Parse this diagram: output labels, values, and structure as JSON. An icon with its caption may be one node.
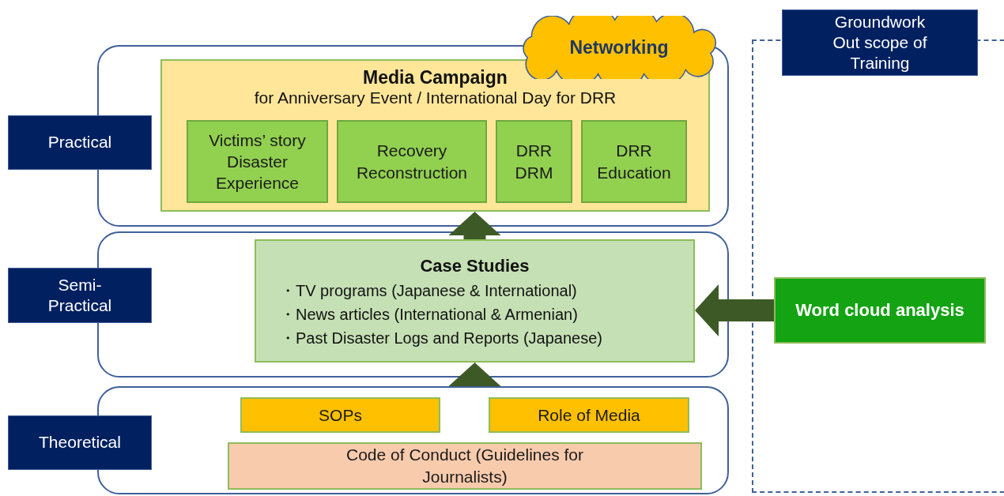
{
  "diagram": {
    "nodes": [
      {
        "text": [],
        "shape": "box"
      },
      {
        "text": [
          "Media Campaign",
          "for Anniversary Event / International Day for DRR"
        ],
        "in": 0
      },
      {
        "text": [
          "Victims’ story Disaster Experience"
        ],
        "in": 1
      },
      {
        "text": [
          "Recovery Reconstruction"
        ],
        "in": 1
      },
      {
        "text": [
          "DRR DRM"
        ],
        "in": 1
      },
      {
        "text": [
          "DRR Education"
        ],
        "in": 1
      },
      {
        "text": [
          "Networking"
        ]
      },
      {
        "text": [
          "Practical"
        ]
      },
      {
        "text": [],
        "shape": "box"
      },
      {
        "text": [
          "Case Studies",
          "・TV programs (Japanese & International)",
          "・News articles (International & Armenian)",
          "・Past Disaster Logs and Reports (Japanese)"
        ],
        "in": 8
      },
      {
        "text": [
          "Semi- Practical"
        ]
      },
      {
        "text": [],
        "shape": "box"
      },
      {
        "text": [
          "SOPs"
        ],
        "in": 11
      },
      {
        "text": [
          "Role of Media"
        ],
        "in": 11
      },
      {
        "text": [
          "Code of Conduct (Guidelines for Journalists)"
        ],
        "in": 11
      },
      {
        "text": [
          "Theoretical"
        ]
      },
      {
        "text": [],
        "shape": "box"
      },
      {
        "text": [
          "Groundwork Out scope of Training"
        ]
      },
      {
        "text": [
          "Word cloud analysis"
        ],
        "in": 16
      }
    ],
    "edges": [
      {
        "from": 9,
        "to": 1,
        "arrow": "to"
      },
      {
        "from": 11,
        "to": 9,
        "arrow": "to"
      },
      {
        "from": 18,
        "to": 9,
        "arrow": "to"
      }
    ]
  }
}
